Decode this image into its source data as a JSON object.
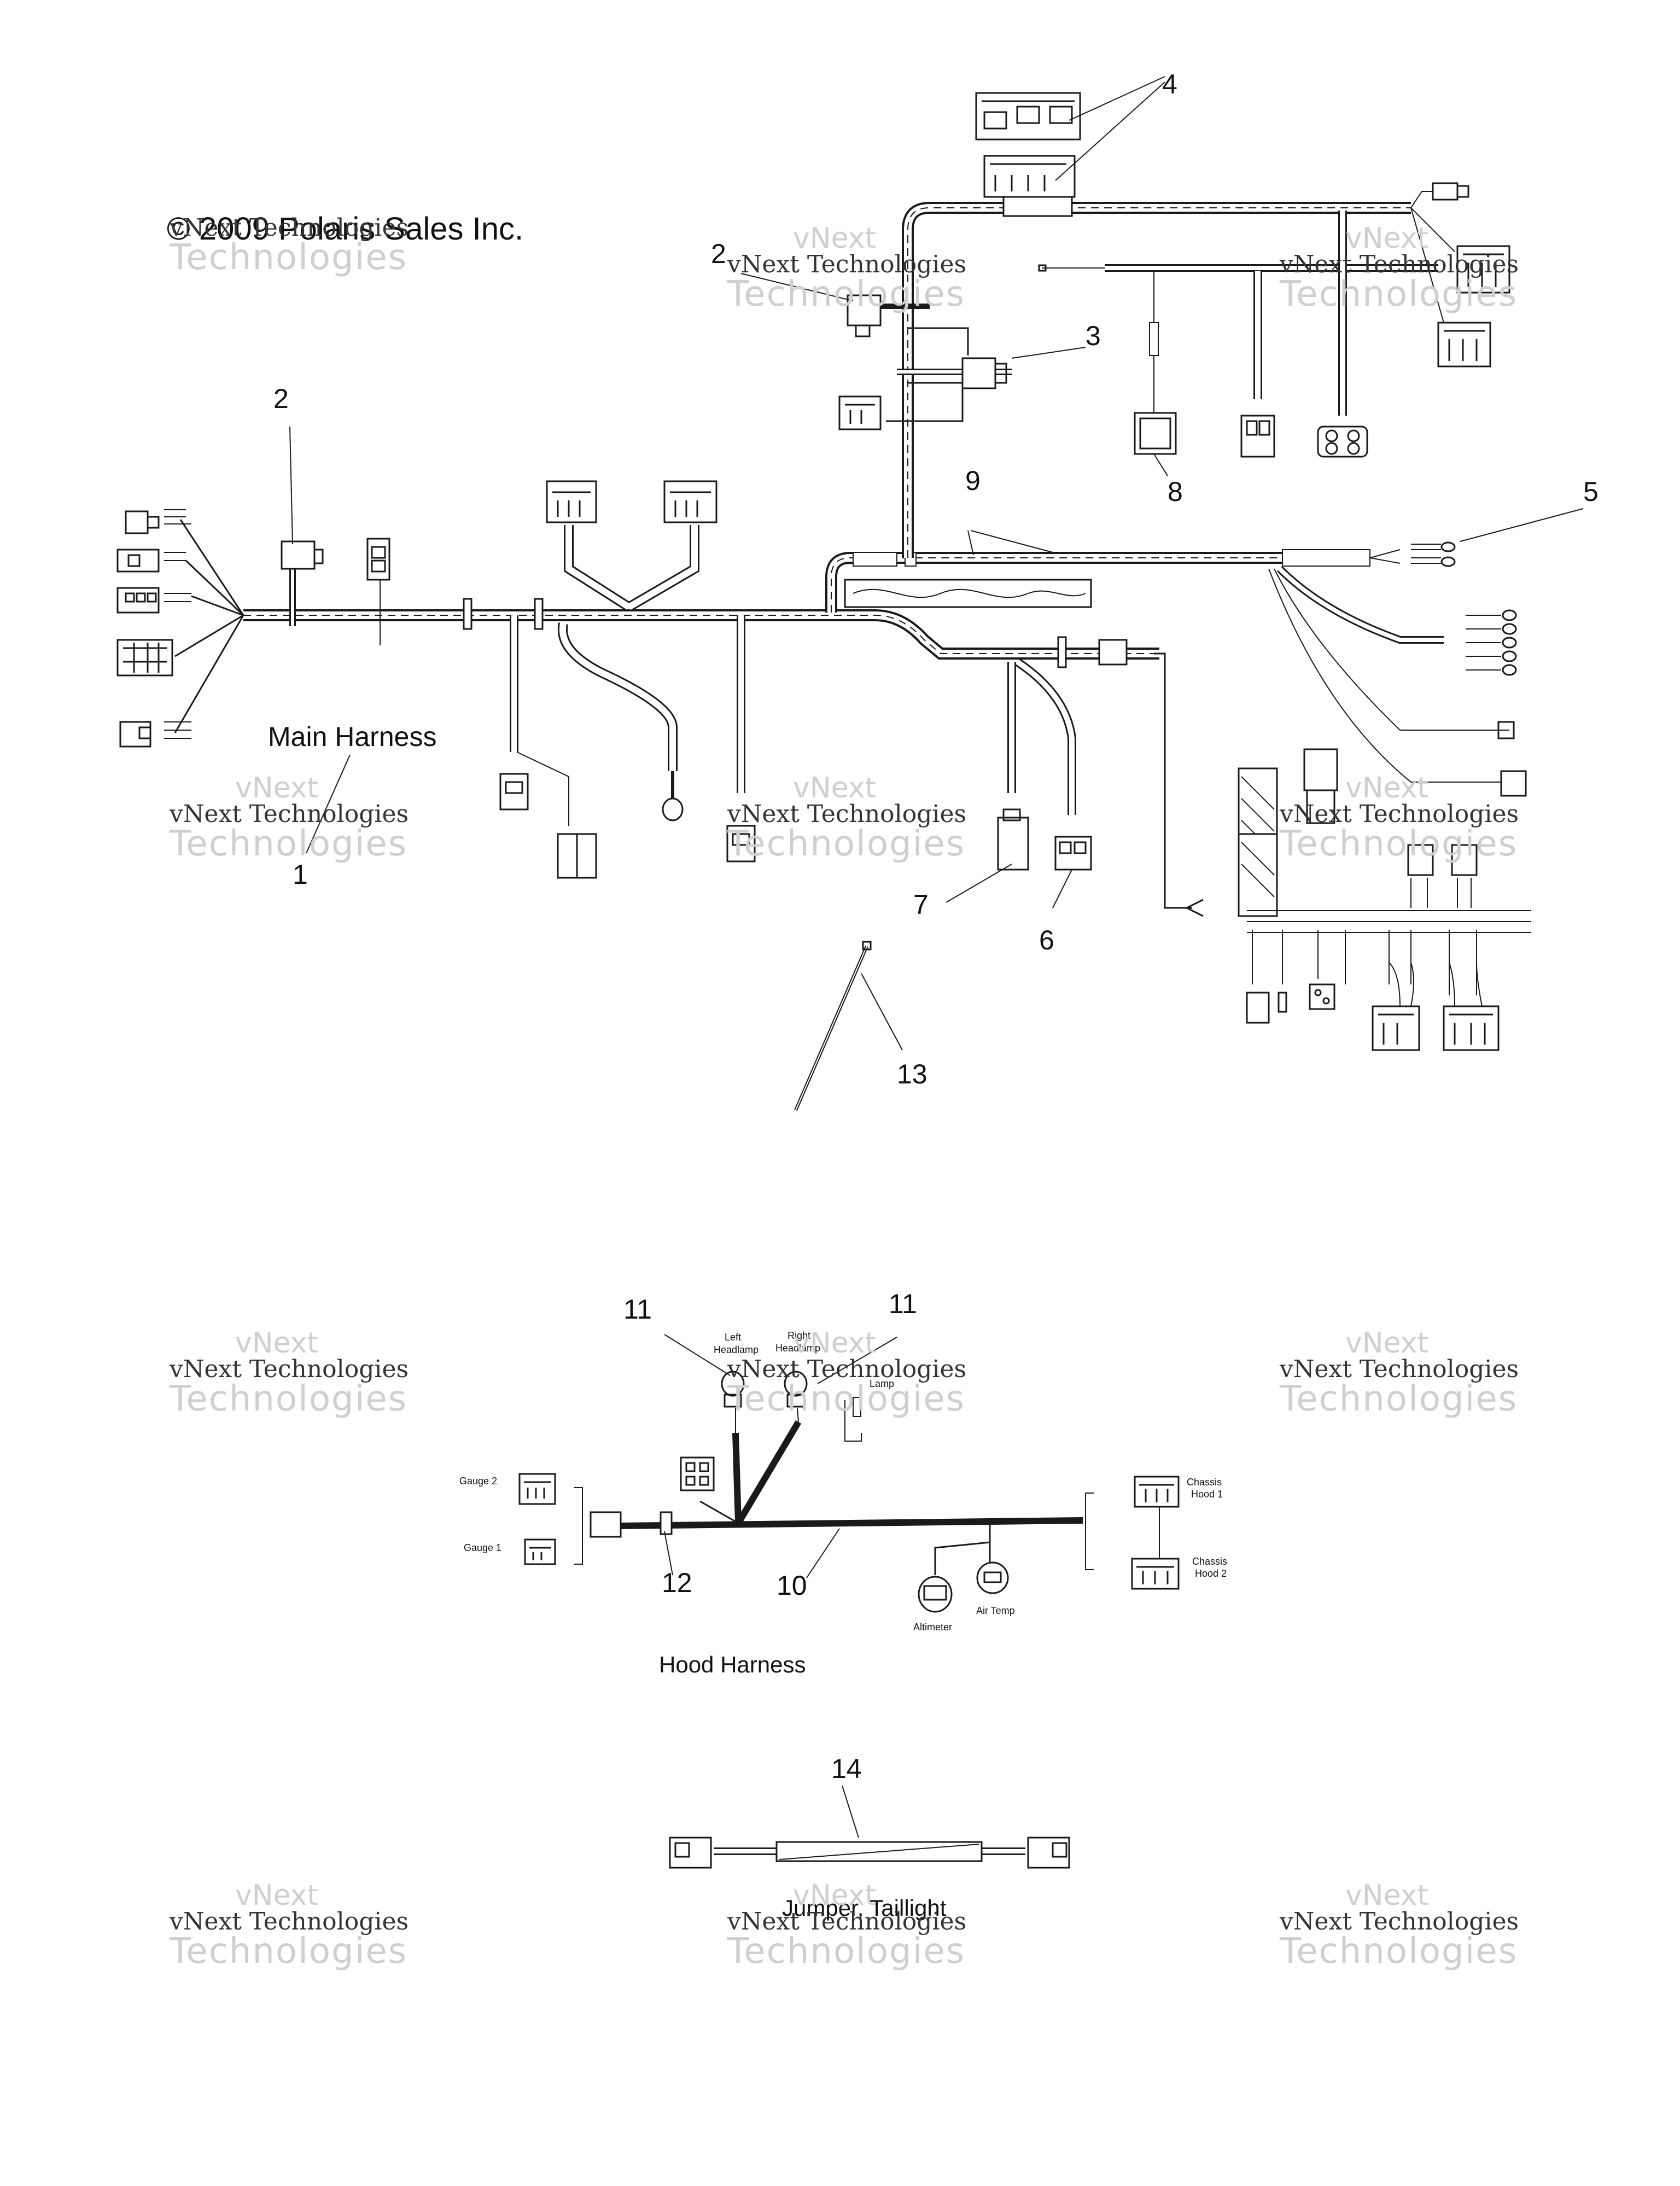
{
  "copyright": "© 2009 Polaris Sales Inc.",
  "watermark": {
    "line0": "vNext",
    "line1": "vNext Technologies",
    "line2": "Technologies"
  },
  "sections": {
    "main_harness": "Main Harness",
    "hood_harness": "Hood Harness",
    "jumper_taillight": "Jumper, Taillight"
  },
  "callouts": {
    "c1": "1",
    "c2a": "2",
    "c2b": "2",
    "c3": "3",
    "c4": "4",
    "c5": "5",
    "c6": "6",
    "c7": "7",
    "c8": "8",
    "c9": "9",
    "c10": "10",
    "c11a": "11",
    "c11b": "11",
    "c12": "12",
    "c13": "13",
    "c14": "14"
  },
  "hood_labels": {
    "left_headlamp_1": "Left",
    "left_headlamp_2": "Headlamp",
    "right_headlamp_1": "Right",
    "right_headlamp_2": "Headlamp",
    "lamp": "Lamp",
    "gauge2": "Gauge 2",
    "gauge1": "Gauge 1",
    "chassis_hood1_a": "Chassis",
    "chassis_hood1_b": "Hood 1",
    "chassis_hood2_a": "Chassis",
    "chassis_hood2_b": "Hood 2",
    "altimeter": "Altimeter",
    "air_temp": "Air Temp"
  },
  "colors": {
    "line": "#1a1a1a",
    "watermark": "#c8c8c8"
  }
}
